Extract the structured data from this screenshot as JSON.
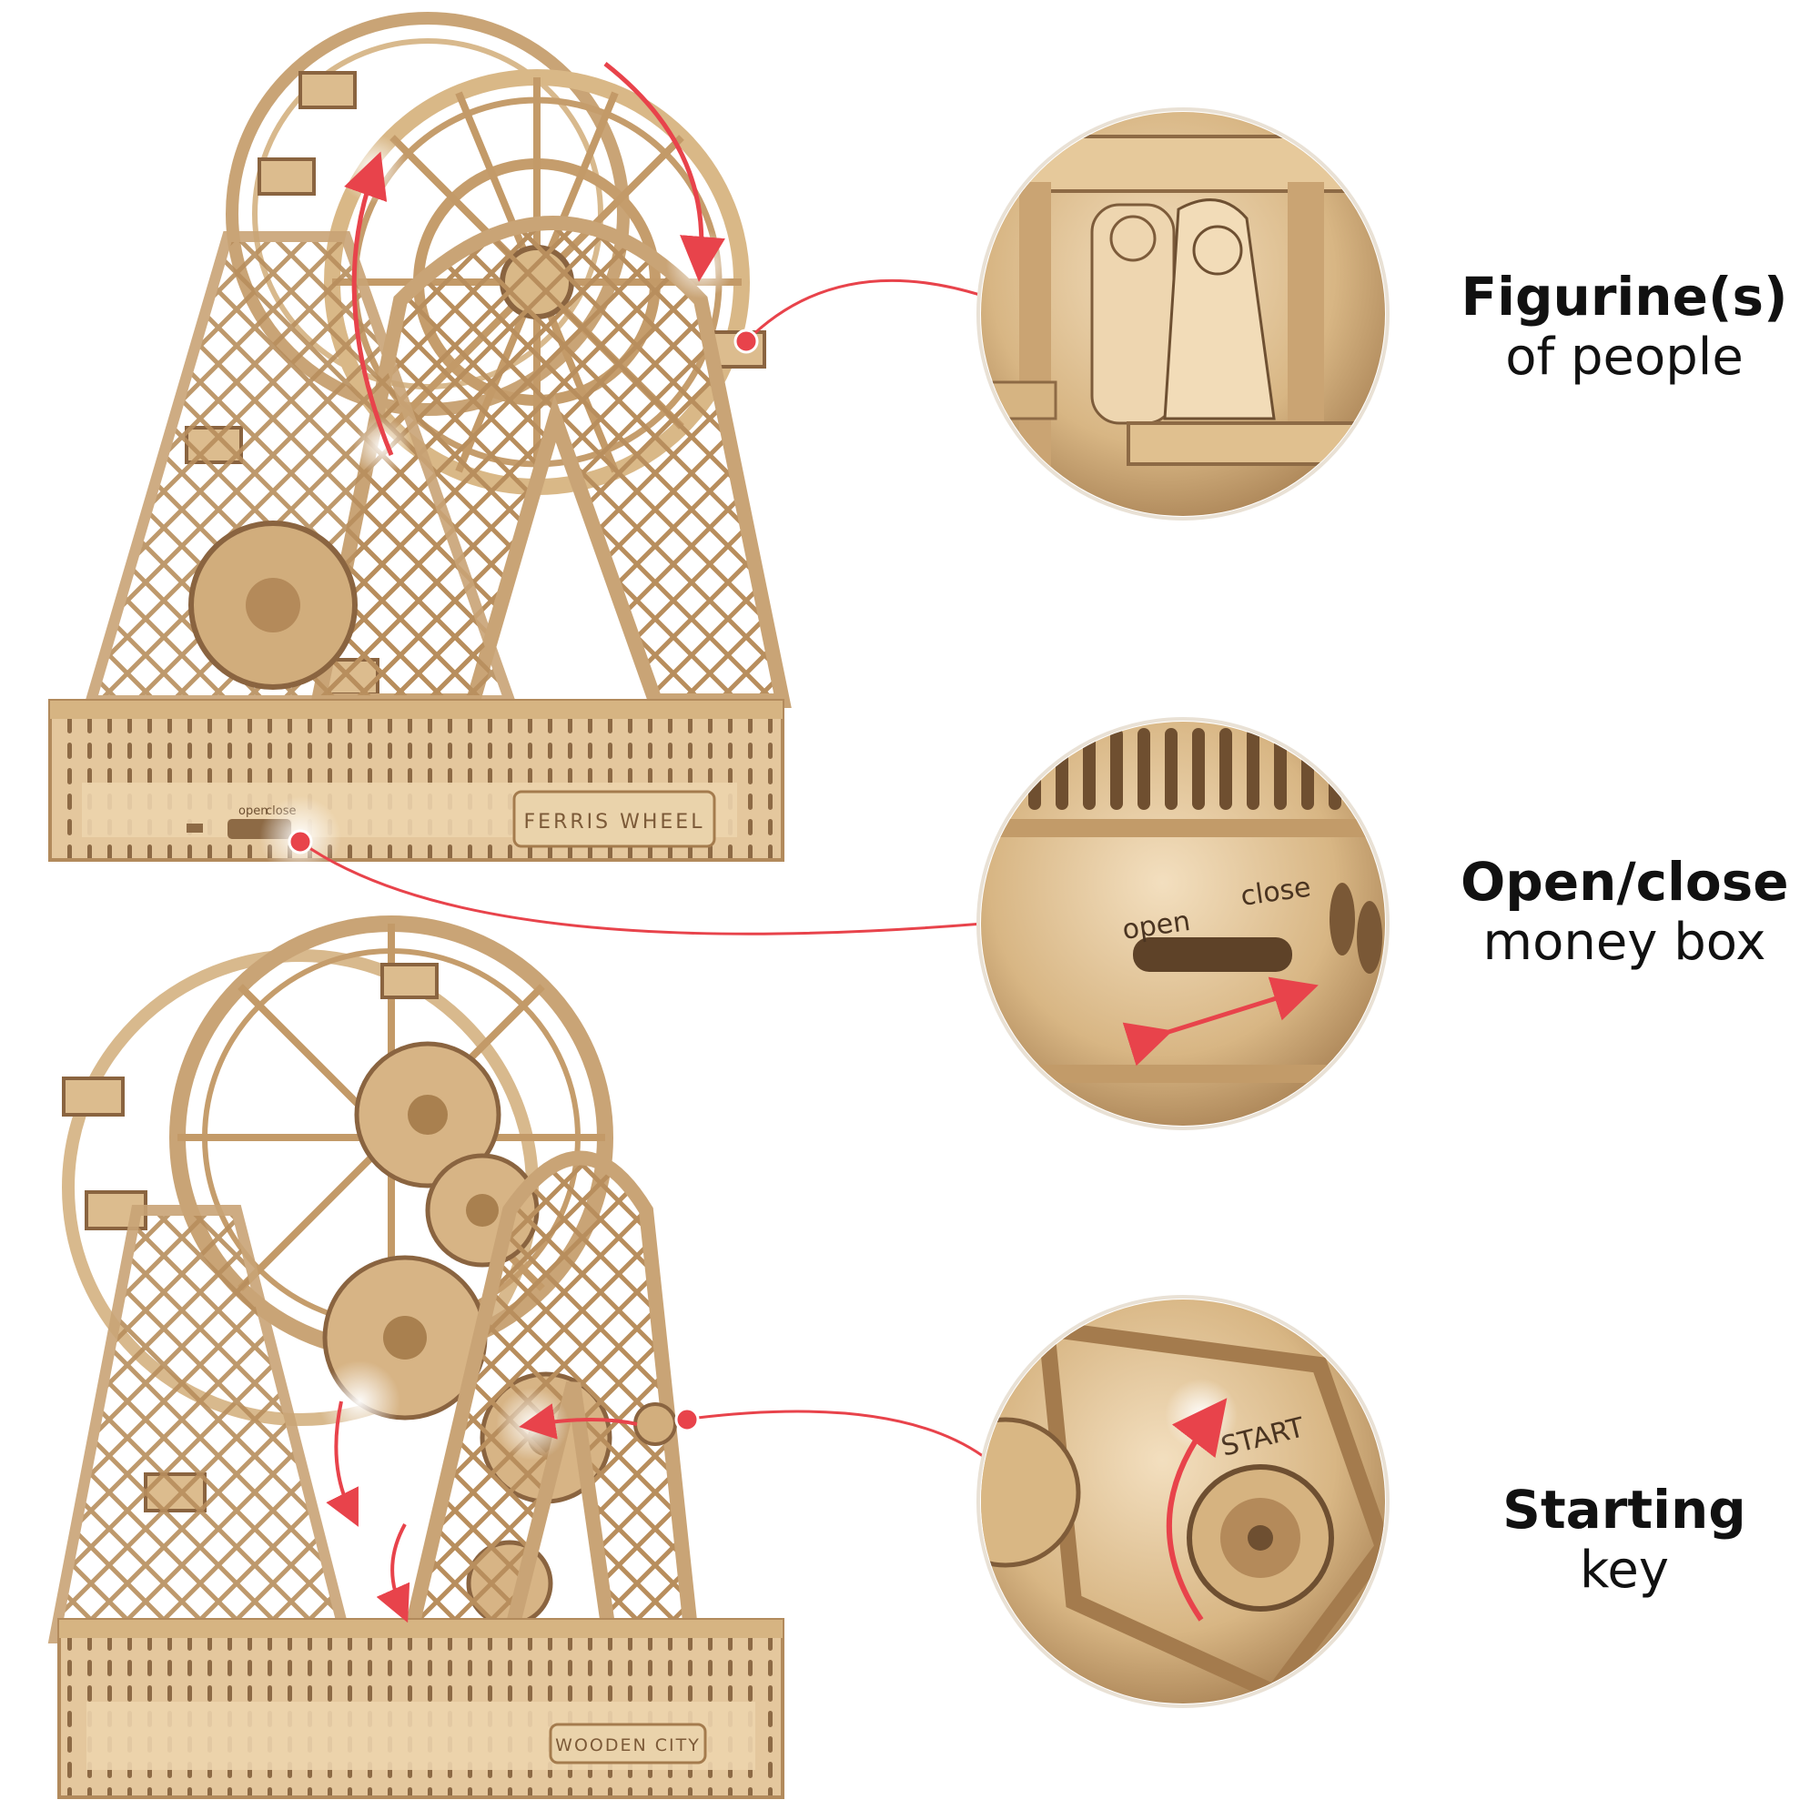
{
  "features": [
    {
      "title": "Figurine(s)",
      "subtitle": "of people"
    },
    {
      "title": "Open/close",
      "subtitle": "money box"
    },
    {
      "title": "Starting",
      "subtitle": "key"
    }
  ],
  "model_labels": {
    "plate_top": "FERRIS WHEEL",
    "plate_bottom": "WOODEN CITY",
    "slider_open": "open",
    "slider_close": "close",
    "key_label": "START"
  },
  "colors": {
    "wood_light": "#e7cca3",
    "wood_mid": "#c9a476",
    "wood_dark": "#8a6440",
    "callout_red": "#e8434b",
    "background": "#ffffff"
  },
  "icons": [
    "rotation-arrow-icon",
    "double-arrow-icon",
    "callout-dot-icon"
  ]
}
